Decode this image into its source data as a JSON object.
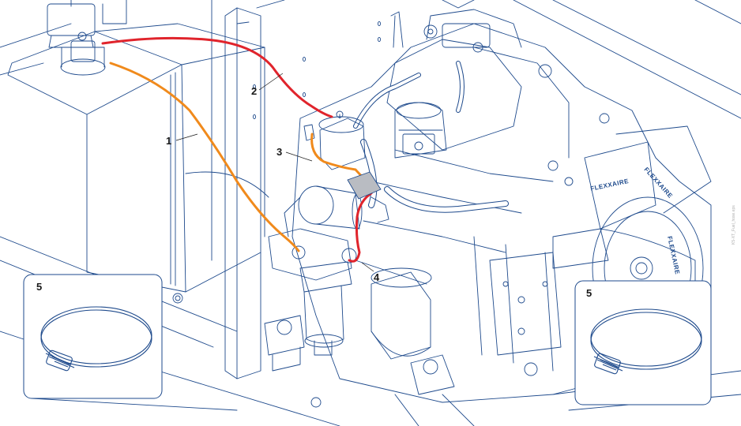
{
  "callouts": {
    "c1": "1",
    "c2": "2",
    "c3": "3",
    "c4": "4",
    "c5_left": "5",
    "c5_right": "5"
  },
  "brand_texts": {
    "b1": "FLEXXAIRE",
    "b2": "FLEXXAIRE",
    "b3": "FLEXXAIRE"
  },
  "watermark": "K5-XT_Fuel_hose.eps",
  "colors": {
    "line": "#1e4a8c",
    "hose_red": "#e0242c",
    "hose_orange": "#f08a1c",
    "connector_gray": "#b9bcc2"
  },
  "icons": {
    "clamp": "hose-clamp-icon"
  }
}
